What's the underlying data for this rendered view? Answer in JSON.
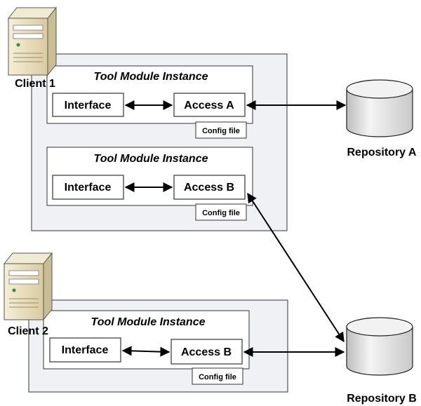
{
  "clients": [
    {
      "label": "Client 1"
    },
    {
      "label": "Client 2"
    }
  ],
  "instances": [
    {
      "title": "Tool Module Instance",
      "interface": "Interface",
      "access": "Access A",
      "config": "Config file"
    },
    {
      "title": "Tool Module Instance",
      "interface": "Interface",
      "access": "Access B",
      "config": "Config file"
    },
    {
      "title": "Tool Module Instance",
      "interface": "Interface",
      "access": "Access B",
      "config": "Config file"
    }
  ],
  "repositories": [
    {
      "label": "Repository A"
    },
    {
      "label": "Repository B"
    }
  ],
  "colors": {
    "group_fill": "#eff1f5",
    "server_body": "#e9dfbd",
    "server_side": "#cdbf95",
    "cylinder_fill": "#eeeeee"
  }
}
